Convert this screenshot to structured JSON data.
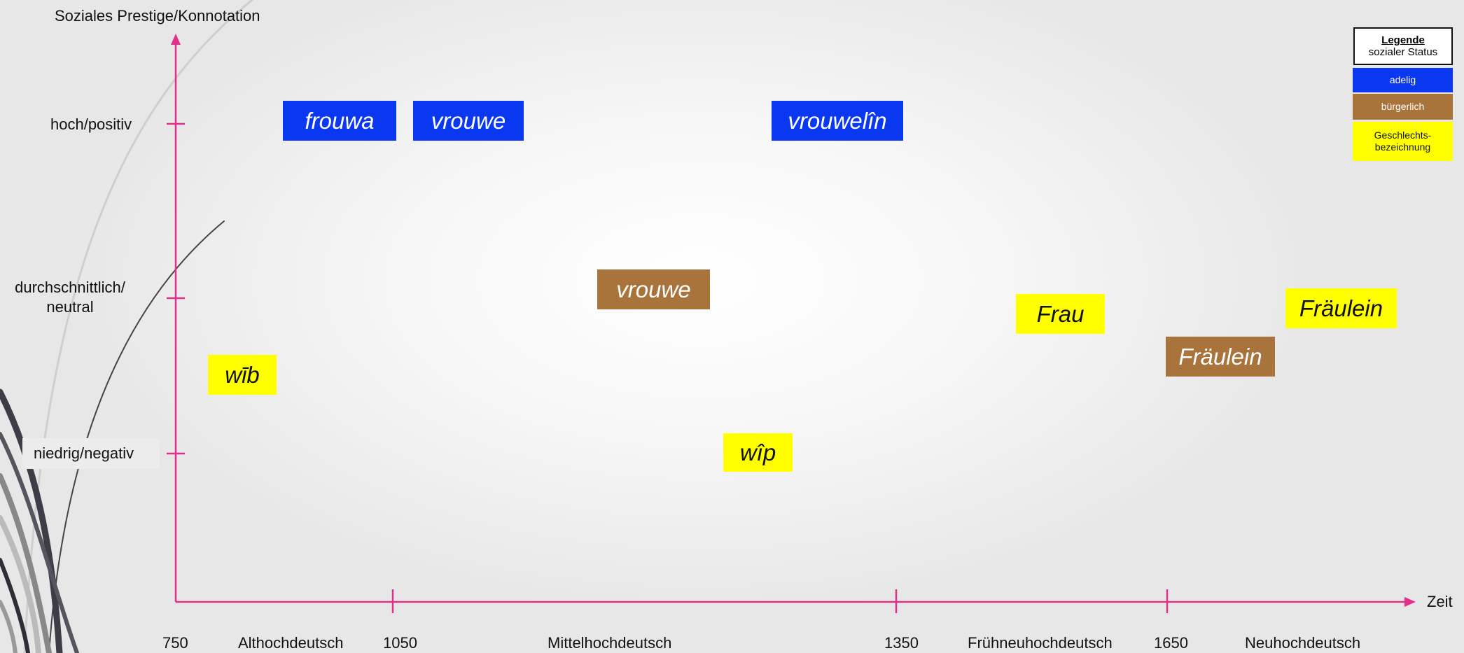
{
  "y_axis_title": "Soziales Prestige/Konnotation",
  "x_axis_title": "Zeit",
  "y_levels": [
    {
      "label": "hoch/positiv"
    },
    {
      "label_line1": "durchschnittlich/",
      "label_line2": "neutral"
    },
    {
      "label": "niedrig/negativ"
    }
  ],
  "x_ticks": [
    "750",
    "1050",
    "1350",
    "1650"
  ],
  "periods": [
    "Althochdeutsch",
    "Mittelhochdeutsch",
    "Frühneuhochdeutsch",
    "Neuhochdeutsch"
  ],
  "words": [
    {
      "text": "frouwa",
      "status": "adelig"
    },
    {
      "text": "vrouwe",
      "status": "adelig"
    },
    {
      "text": "vrouwelîn",
      "status": "adelig"
    },
    {
      "text": "vrouwe",
      "status": "bürgerlich"
    },
    {
      "text": "wīb",
      "status": "Geschlechtsbezeichnung"
    },
    {
      "text": "wîp",
      "status": "Geschlechtsbezeichnung"
    },
    {
      "text": "Frau",
      "status": "Geschlechtsbezeichnung"
    },
    {
      "text": "Fräulein",
      "status": "bürgerlich"
    },
    {
      "text": "Fräulein",
      "status": "Geschlechtsbezeichnung"
    }
  ],
  "legend": {
    "title": "Legende",
    "subtitle": "sozialer Status",
    "items": [
      {
        "label": "adelig",
        "color": "#0a37f0"
      },
      {
        "label": "bürgerlich",
        "color": "#a8743c"
      },
      {
        "label_line1": "Geschlechts-",
        "label_line2": "bezeichnung",
        "color": "#ffff00"
      }
    ]
  },
  "colors": {
    "axis": "#e0308a"
  }
}
